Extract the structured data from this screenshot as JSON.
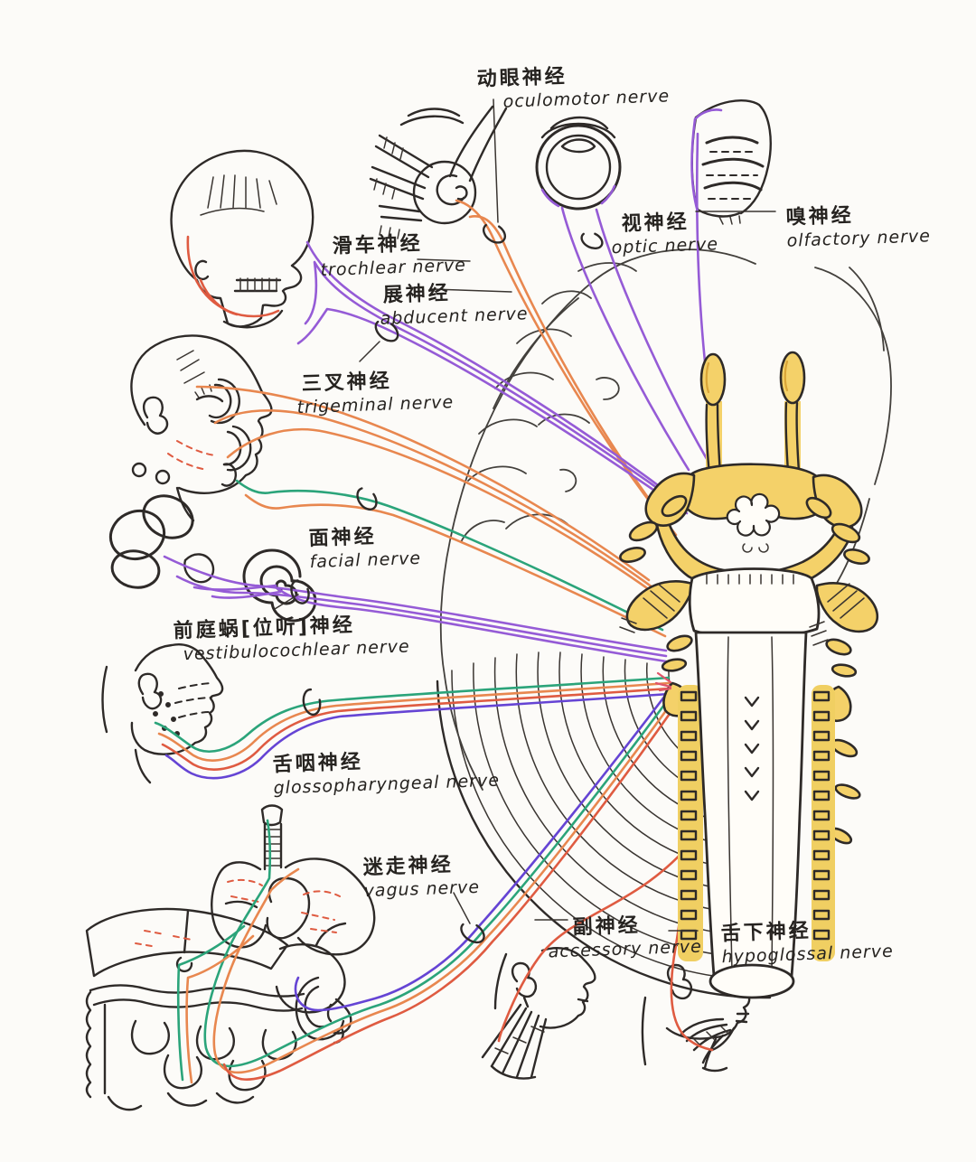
{
  "figure": {
    "description_colors": {
      "paper": "#fcfbf8",
      "ink": "#2e2a28",
      "nerve_purple": "#955bd6",
      "nerve_violet": "#6544d4",
      "nerve_orange": "#e8874f",
      "nerve_red": "#df5b41",
      "nerve_green": "#2ba47a",
      "brainstem_yellow": "#f4d169"
    }
  },
  "nerves": [
    {
      "id": "oculomotor",
      "zh": "动眼神经",
      "en": "oculomotor nerve"
    },
    {
      "id": "trochlear",
      "zh": "滑车神经",
      "en": "trochlear nerve"
    },
    {
      "id": "abducent",
      "zh": "展神经",
      "en": "abducent nerve"
    },
    {
      "id": "trigeminal",
      "zh": "三叉神经",
      "en": "trigeminal nerve"
    },
    {
      "id": "optic",
      "zh": "视神经",
      "en": "optic nerve"
    },
    {
      "id": "olfactory",
      "zh": "嗅神经",
      "en": "olfactory nerve"
    },
    {
      "id": "facial",
      "zh": "面神经",
      "en": "facial nerve"
    },
    {
      "id": "vestibulocochlear",
      "zh": "前庭蜗[位听]神经",
      "en": "vestibulocochlear nerve"
    },
    {
      "id": "glossopharyngeal",
      "zh": "舌咽神经",
      "en": "glossopharyngeal nerve"
    },
    {
      "id": "vagus",
      "zh": "迷走神经",
      "en": "vagus nerve"
    },
    {
      "id": "accessory",
      "zh": "副神经",
      "en": "accessory nerve"
    },
    {
      "id": "hypoglossal",
      "zh": "舌下神经",
      "en": "hypoglossal nerve"
    }
  ]
}
